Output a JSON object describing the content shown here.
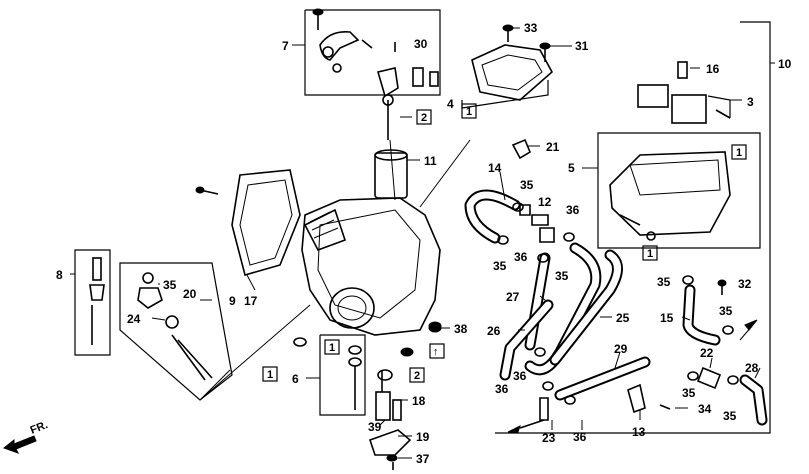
{
  "callouts": {
    "c1": "1",
    "c2": "2",
    "c3": "3",
    "c4": "4",
    "c5": "5",
    "c6": "6",
    "c7": "7",
    "c8": "8",
    "c9": "9",
    "c10": "10",
    "c11": "11",
    "c12": "12",
    "c13": "13",
    "c14": "14",
    "c15": "15",
    "c16": "16",
    "c17": "17",
    "c18": "18",
    "c19": "19",
    "c20": "20",
    "c21": "21",
    "c22": "22",
    "c23": "23",
    "c24": "24",
    "c25": "25",
    "c26": "26",
    "c27": "27",
    "c28": "28",
    "c29": "29",
    "c30": "30",
    "c31": "31",
    "c32": "32",
    "c33": "33",
    "c34": "34",
    "c35": "35",
    "c36": "36",
    "c37": "37",
    "c38": "38",
    "c39": "39"
  },
  "boxed": {
    "b1": "1",
    "b2": "2",
    "b_up": "↑"
  },
  "direction": {
    "label": "FR."
  }
}
